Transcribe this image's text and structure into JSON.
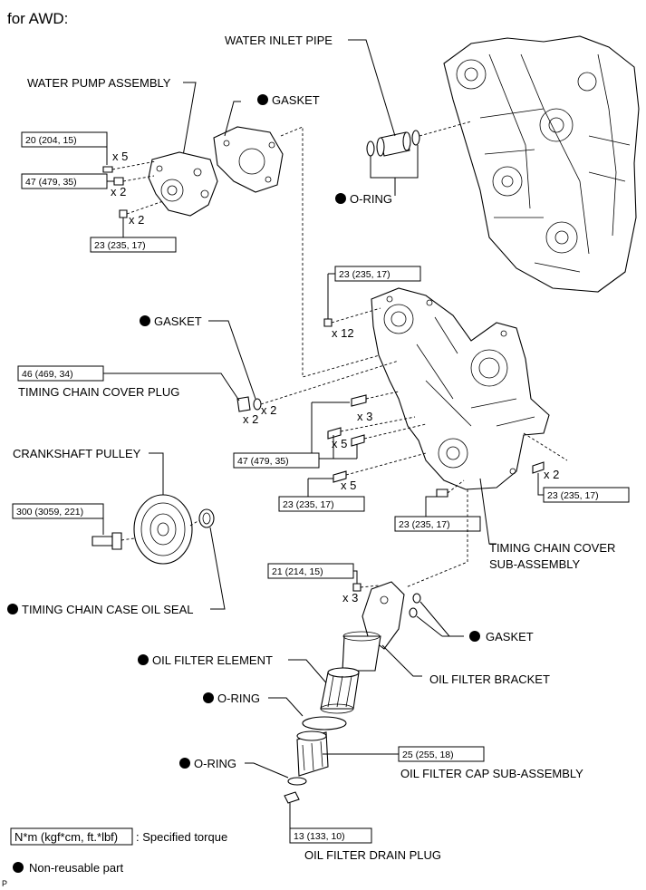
{
  "header": {
    "title": "for AWD:"
  },
  "labels": {
    "water_inlet_pipe": "WATER INLET PIPE",
    "water_pump_assembly": "WATER PUMP ASSEMBLY",
    "gasket_water_pump": "GASKET",
    "o_ring_inlet": "O-RING",
    "gasket_plug": "GASKET",
    "timing_chain_cover_plug": "TIMING CHAIN COVER PLUG",
    "crankshaft_pulley": "CRANKSHAFT PULLEY",
    "timing_chain_case_oil_seal": "TIMING CHAIN CASE OIL SEAL",
    "timing_chain_cover_sub_line1": "TIMING CHAIN COVER",
    "timing_chain_cover_sub_line2": "SUB-ASSEMBLY",
    "gasket_bracket": "GASKET",
    "oil_filter_bracket": "OIL FILTER BRACKET",
    "oil_filter_element": "OIL FILTER ELEMENT",
    "o_ring_element": "O-RING",
    "o_ring_cap": "O-RING",
    "oil_filter_cap_sub": "OIL FILTER CAP SUB-ASSEMBLY",
    "oil_filter_drain_plug": "OIL FILTER DRAIN PLUG"
  },
  "torques": {
    "wp_top": "20 (204, 15)",
    "wp_mid": "47 (479, 35)",
    "wp_bottom": "23 (235, 17)",
    "cover_top": "23 (235, 17)",
    "cover_plug": "46 (469, 34)",
    "pulley": "300 (3059, 221)",
    "cover_47": "47 (479, 35)",
    "cover_23_left": "23 (235, 17)",
    "cover_23_right": "23 (235, 17)",
    "cover_23_bottom": "23 (235, 17)",
    "bracket": "21 (214, 15)",
    "cap": "25 (255, 18)",
    "drain": "13 (133, 10)"
  },
  "quantities": {
    "wp_top": "x 5",
    "wp_mid": "x 2",
    "wp_bottom": "x 2",
    "cover_top": "x 12",
    "plug": "x 2",
    "gasket_plug": "x 2",
    "cover_x3": "x 3",
    "cover_x5a": "x 5",
    "cover_x5b": "x 5",
    "cover_x2": "x 2",
    "bracket": "x 3"
  },
  "legend": {
    "torque_box": "N*m (kgf*cm, ft.*lbf)",
    "torque_desc": ": Specified torque",
    "nonreusable": "Non-reusable part"
  },
  "footer": {
    "code": "P"
  },
  "icons": {
    "bullet": "filled-circle-icon"
  }
}
